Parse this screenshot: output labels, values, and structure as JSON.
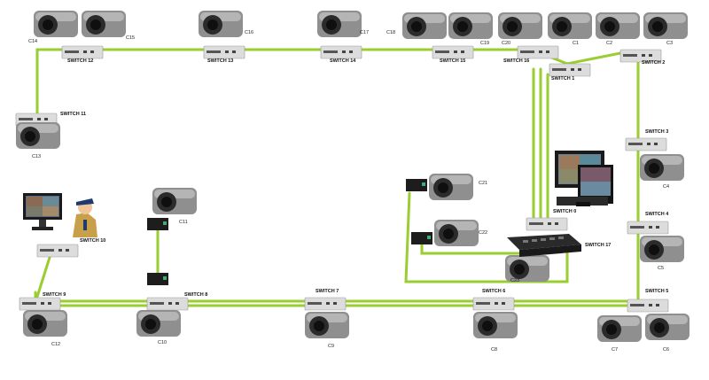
{
  "colors": {
    "link": "#9ACD32",
    "fiber": "#8FC33A",
    "switch_body": "#d8d8d8",
    "camera_body": "#9a9a9a"
  },
  "switches": [
    {
      "id": "sw1",
      "label": "SWITCH 1"
    },
    {
      "id": "sw2",
      "label": "SWITCH 2"
    },
    {
      "id": "sw3",
      "label": "SWITCH 3"
    },
    {
      "id": "sw4",
      "label": "SWITCH 4"
    },
    {
      "id": "sw5",
      "label": "SWITCH 5"
    },
    {
      "id": "sw6",
      "label": "SWITCH 6"
    },
    {
      "id": "sw7",
      "label": "SWITCH 7"
    },
    {
      "id": "sw8",
      "label": "SWITCH 8"
    },
    {
      "id": "sw9",
      "label": "SWITCH 9"
    },
    {
      "id": "sw10",
      "label": "SWITCH 10"
    },
    {
      "id": "sw11",
      "label": "SWITCH 11"
    },
    {
      "id": "sw12",
      "label": "SWITCH 12"
    },
    {
      "id": "sw13",
      "label": "SWITCH 13"
    },
    {
      "id": "sw14",
      "label": "SWITCH 14"
    },
    {
      "id": "sw15",
      "label": "SWITCH 15"
    },
    {
      "id": "sw16",
      "label": "SWITCH 16"
    },
    {
      "id": "sw0",
      "label": "SWITCH 0"
    },
    {
      "id": "sw17",
      "label": "SWITCH 17"
    }
  ],
  "cameras": [
    {
      "id": "c1",
      "label": "C1"
    },
    {
      "id": "c2",
      "label": "C2"
    },
    {
      "id": "c3",
      "label": "C3"
    },
    {
      "id": "c4",
      "label": "C4"
    },
    {
      "id": "c5",
      "label": "C5"
    },
    {
      "id": "c6",
      "label": "C6"
    },
    {
      "id": "c7",
      "label": "C7"
    },
    {
      "id": "c8",
      "label": "C8"
    },
    {
      "id": "c9",
      "label": "C9"
    },
    {
      "id": "c10",
      "label": "C10"
    },
    {
      "id": "c11",
      "label": "C11"
    },
    {
      "id": "c12",
      "label": "C12"
    },
    {
      "id": "c13",
      "label": "C13"
    },
    {
      "id": "c14",
      "label": "C14"
    },
    {
      "id": "c15",
      "label": "C15"
    },
    {
      "id": "c16",
      "label": "C16"
    },
    {
      "id": "c17",
      "label": "C17"
    },
    {
      "id": "c18",
      "label": "C18"
    },
    {
      "id": "c19",
      "label": "C19"
    },
    {
      "id": "c20",
      "label": "C20"
    },
    {
      "id": "c21",
      "label": "C21"
    },
    {
      "id": "c22",
      "label": "C22"
    },
    {
      "id": "c23",
      "label": "C23"
    }
  ]
}
